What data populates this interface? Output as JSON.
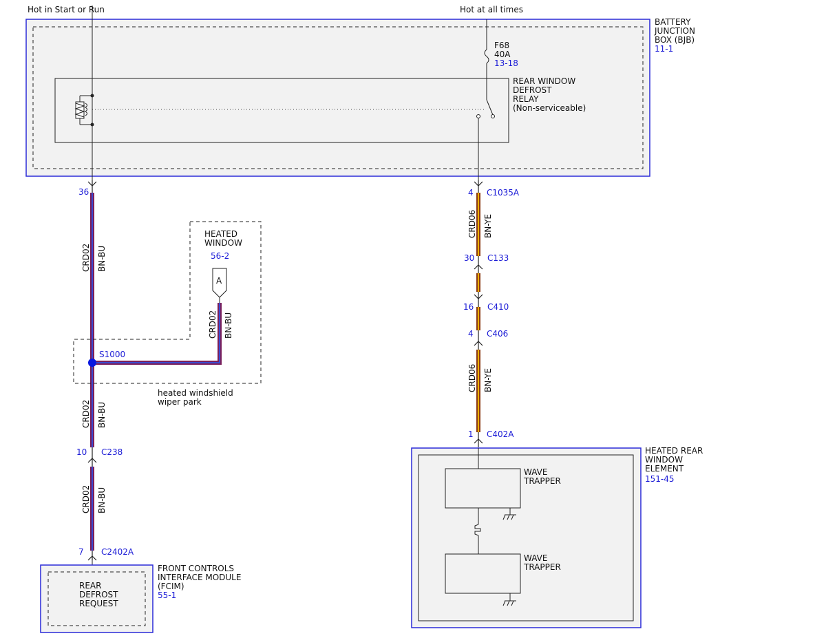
{
  "top": {
    "left_label": "Hot in Start or Run",
    "right_label": "Hot at all times"
  },
  "bjb": {
    "name_lines": [
      "BATTERY",
      "JUNCTION",
      "BOX (BJB)"
    ],
    "ref": "11-1"
  },
  "fuse": {
    "id": "F68",
    "rating": "40A",
    "ref": "13-18"
  },
  "relay": {
    "lines": [
      "REAR WINDOW",
      "DEFROST",
      "RELAY",
      "(Non-serviceable)"
    ]
  },
  "left_run": {
    "c1_pin": "36",
    "seg1_circuit": "CRD02",
    "seg1_color": "BN-BU",
    "splice": "S1000",
    "seg2_circuit": "CRD02",
    "seg2_color": "BN-BU",
    "c2_pin": "10",
    "c2_name": "C238",
    "seg3_circuit": "CRD02",
    "seg3_color": "BN-BU",
    "c3_pin": "7",
    "c3_name": "C2402A"
  },
  "heated_window": {
    "title_lines": [
      "HEATED",
      "WINDOW"
    ],
    "ref": "56-2",
    "offpage": "A",
    "circuit": "CRD02",
    "color": "BN-BU",
    "note_lines": [
      "heated windshield",
      "wiper park"
    ]
  },
  "right_run": {
    "c1_pin": "4",
    "c1_name": "C1035A",
    "seg1_circuit": "CRD06",
    "seg1_color": "BN-YE",
    "c2_pin": "30",
    "c2_name": "C133",
    "c3_pin": "16",
    "c3_name": "C410",
    "c4_pin": "4",
    "c4_name": "C406",
    "seg2_circuit": "CRD06",
    "seg2_color": "BN-YE",
    "c5_pin": "1",
    "c5_name": "C402A"
  },
  "fcim": {
    "name_lines": [
      "FRONT CONTROLS",
      "INTERFACE MODULE",
      "(FCIM)"
    ],
    "ref": "55-1",
    "inner_lines": [
      "REAR",
      "DEFROST",
      "REQUEST"
    ]
  },
  "hrwe": {
    "name_lines": [
      "HEATED REAR",
      "WINDOW",
      "ELEMENT"
    ],
    "ref": "151-45",
    "trapper1_lines": [
      "WAVE",
      "TRAPPER"
    ],
    "trapper2_lines": [
      "WAVE",
      "TRAPPER"
    ]
  },
  "colors": {
    "module_border": "#2b2bd8",
    "ref_text": "#1a1ad6",
    "wire_bn_bu_outer": "#7a1f5a",
    "wire_bn_bu_inner": "#3b4bd0",
    "wire_bn_ye_outer": "#8a3a14",
    "wire_bn_ye_inner": "#f0b000",
    "splice_dot": "#0a18e0"
  }
}
